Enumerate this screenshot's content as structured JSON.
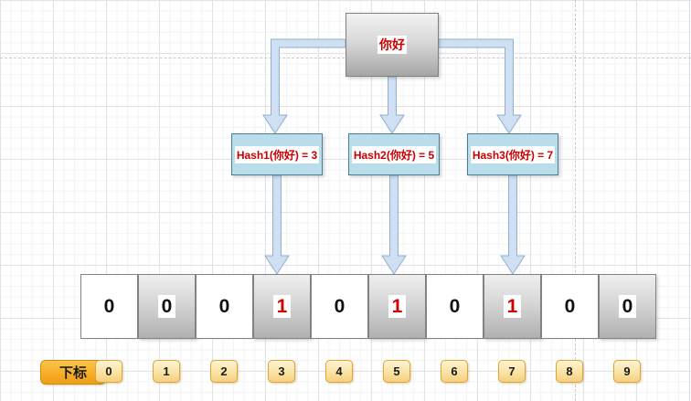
{
  "diagram": {
    "input_node": {
      "label": "你好"
    },
    "hash_nodes": [
      {
        "label": "Hash1(你好) = 3",
        "target_index": 3
      },
      {
        "label": "Hash2(你好) = 5",
        "target_index": 5
      },
      {
        "label": "Hash3(你好) = 7",
        "target_index": 7
      }
    ],
    "bit_array": {
      "values": [
        "0",
        "0",
        "0",
        "1",
        "0",
        "1",
        "0",
        "1",
        "0",
        "0"
      ]
    },
    "index_row": {
      "label": "下标",
      "indices": [
        "0",
        "1",
        "2",
        "3",
        "4",
        "5",
        "6",
        "7",
        "8",
        "9"
      ]
    },
    "colors": {
      "highlight_text": "#cc0000",
      "hash_node_fill": "#b9ddea",
      "hash_node_border": "#4c7d96",
      "arrow_fill": "#cfe0f3",
      "arrow_border": "#92aed1",
      "index_chip_fill": "#f6d07e",
      "legend_chip_fill": "#f6ad23"
    }
  }
}
